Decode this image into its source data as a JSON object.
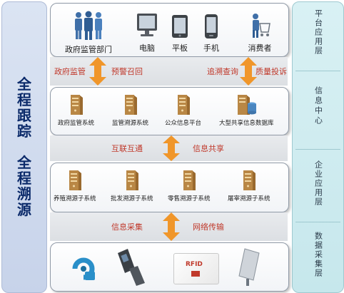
{
  "left_title": [
    "全",
    "程",
    "跟",
    "踪",
    "全",
    "程",
    "溯",
    "源"
  ],
  "layers": [
    {
      "name": "平台应用层"
    },
    {
      "name": "信息中心"
    },
    {
      "name": "企业应用层"
    },
    {
      "name": "数据采集层"
    }
  ],
  "top_row": [
    {
      "label": "政府监管部门",
      "icon": "people-icon"
    },
    {
      "label": "电脑",
      "icon": "computer-icon"
    },
    {
      "label": "平板",
      "icon": "tablet-icon"
    },
    {
      "label": "手机",
      "icon": "phone-icon"
    },
    {
      "label": "消费者",
      "icon": "shopper-icon"
    }
  ],
  "flow1": {
    "left_a": "政府监管",
    "left_b": "预警召回",
    "right_a": "追溯查询",
    "right_b": "质量投诉"
  },
  "info_center": [
    {
      "label": "政府监管系统"
    },
    {
      "label": "监管溯源系统"
    },
    {
      "label": "公众信息平台"
    },
    {
      "label": "大型共享信息数据库"
    }
  ],
  "flow2": {
    "left": "互联互通",
    "right": "信息共享"
  },
  "enterprise": [
    {
      "label": "养殖溯源子系统"
    },
    {
      "label": "批发溯源子系统"
    },
    {
      "label": "零售溯源子系统"
    },
    {
      "label": "屠宰溯源子系统"
    }
  ],
  "flow3": {
    "left": "信息采集",
    "right": "网络传输"
  },
  "devices": [
    {
      "icon": "ear-tag-icon"
    },
    {
      "icon": "handheld-scanner-icon"
    },
    {
      "icon": "rfid-card-icon",
      "text": "RFID"
    },
    {
      "icon": "antenna-reader-icon"
    }
  ],
  "colors": {
    "arrow": "#f0962a",
    "red_text": "#c0392b",
    "left_title": "#0b2a6a"
  }
}
